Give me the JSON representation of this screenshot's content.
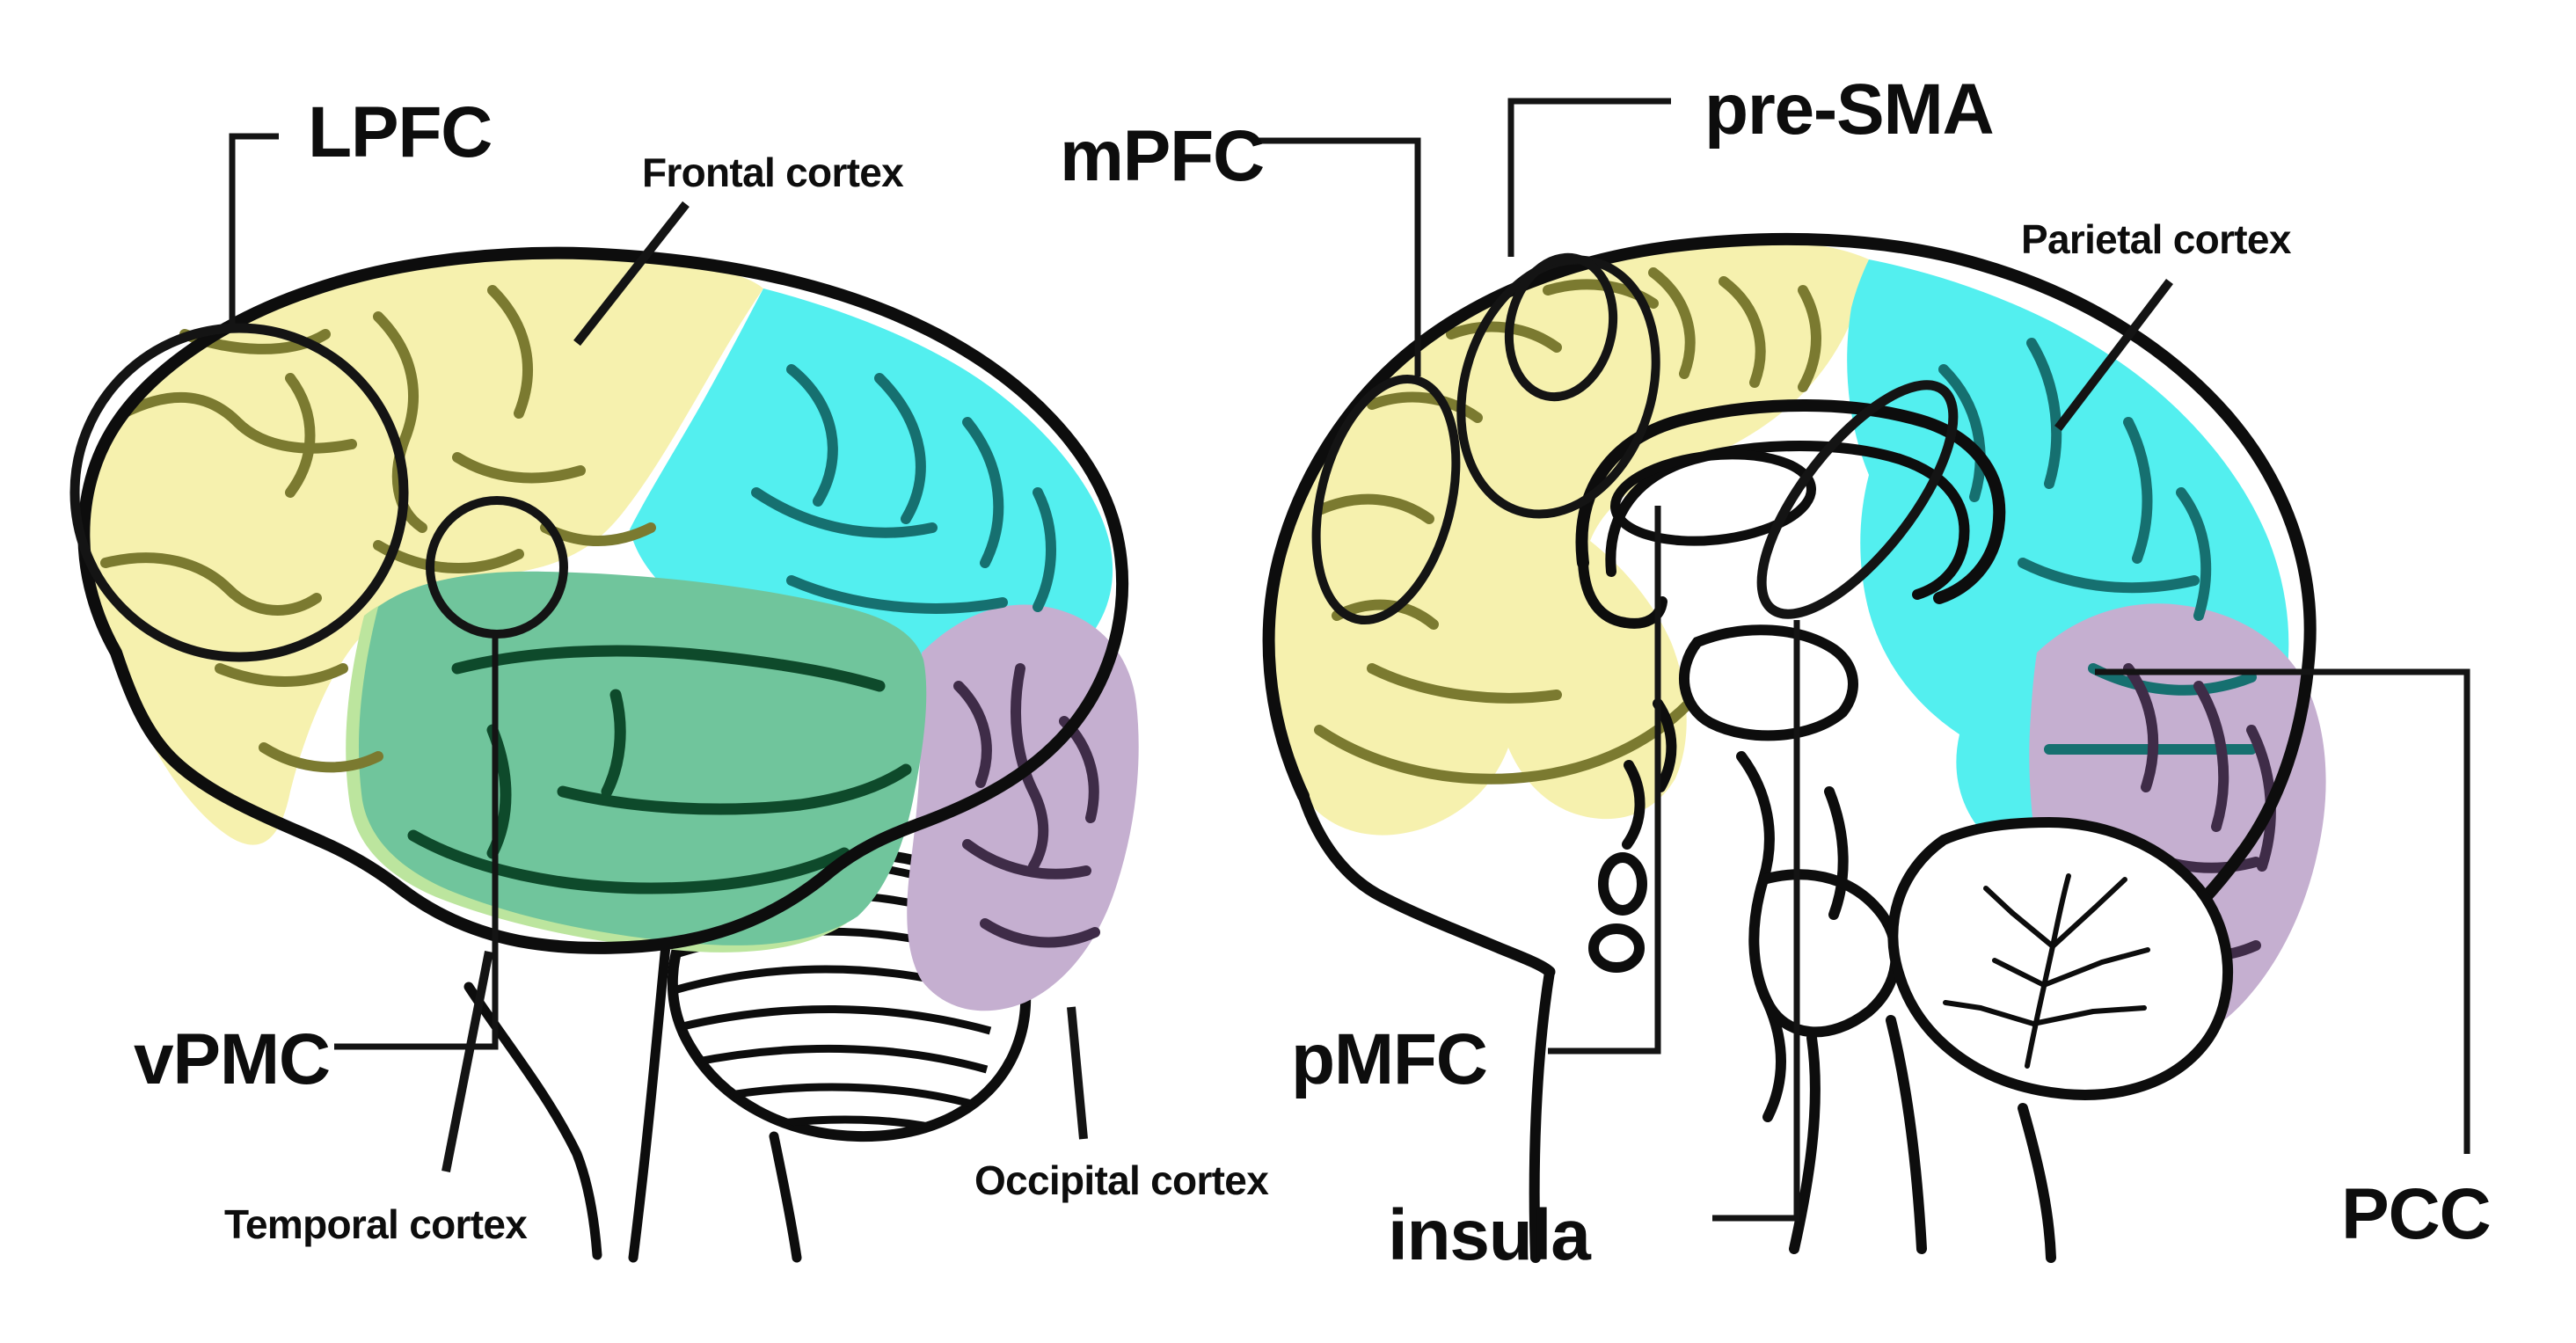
{
  "diagram": {
    "kind": "brain-regions-annotated",
    "views": [
      {
        "id": "lateral-view",
        "description": "left drawing, lateral surface of brain with colored lobes, two circled ROIs and cerebellum"
      },
      {
        "id": "medial-view",
        "description": "right drawing, medial surface of brain with colored lobes, circled ROIs, corpus callosum and cerebellum"
      }
    ]
  },
  "labels": {
    "lpfc": "LPFC",
    "frontal_cortex": "Frontal cortex",
    "mpfc": "mPFC",
    "pre_sma": "pre-SMA",
    "parietal_cortex": "Parietal cortex",
    "vpmc": "vPMC",
    "temporal_cortex": "Temporal cortex",
    "occipital_cortex": "Occipital cortex",
    "pmfc": "pMFC",
    "insula": "insula",
    "pcc": "PCC"
  },
  "colors": {
    "frontal_fill": "#F6F1AE",
    "frontal_sulci": "#7B7A30",
    "parietal_fill": "#53EFEF",
    "parietal_sulci": "#167070",
    "temporal_fill": "#70C59C",
    "temporal_fringe": "#BCE59E",
    "temporal_sulci": "#0E4A2B",
    "occipital_fill": "#C5AFD0",
    "occipital_sulci": "#3F2C48",
    "outline": "#0D0D0D"
  }
}
